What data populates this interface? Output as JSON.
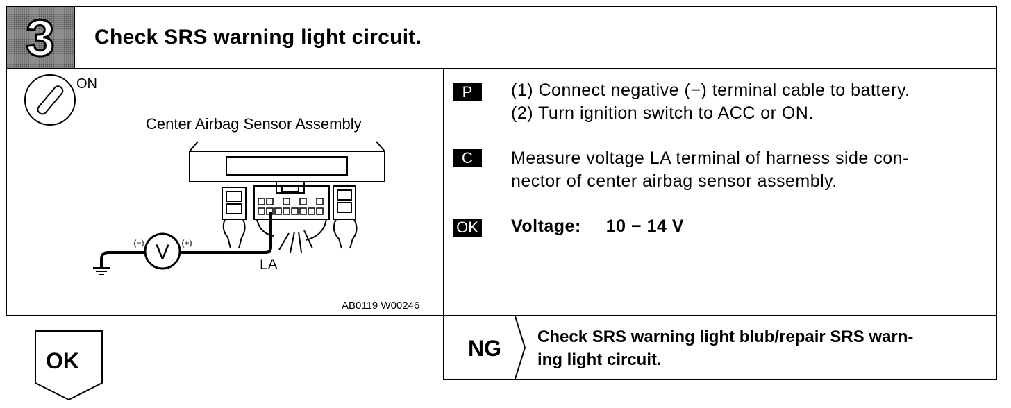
{
  "header": {
    "step_number": "3",
    "title": "Check SRS warning light circuit."
  },
  "figure": {
    "ignition_label": "ON",
    "component_label": "Center Airbag Sensor Assembly",
    "terminal_label": "LA",
    "meter_symbol": "V",
    "neg_label": "(−)",
    "pos_label": "(+)",
    "figure_code": "AB0119 W00246",
    "icons": [
      "ignition-key-icon",
      "voltmeter-icon",
      "ground-icon"
    ]
  },
  "instructions": {
    "prepare": {
      "badge": "P",
      "lines": [
        "(1) Connect negative (−) terminal cable to battery.",
        "(2) Turn ignition switch to ACC or ON."
      ]
    },
    "check": {
      "badge": "C",
      "lines": [
        "Measure voltage LA terminal of harness side con-",
        "nector of center airbag sensor assembly."
      ]
    },
    "ok": {
      "badge": "OK",
      "label": "Voltage:",
      "value": "10 − 14 V"
    }
  },
  "ng": {
    "label": "NG",
    "lines": [
      "Check SRS warning light blub/repair SRS warn-",
      "ing light circuit."
    ]
  },
  "ok_result": {
    "label": "OK"
  }
}
